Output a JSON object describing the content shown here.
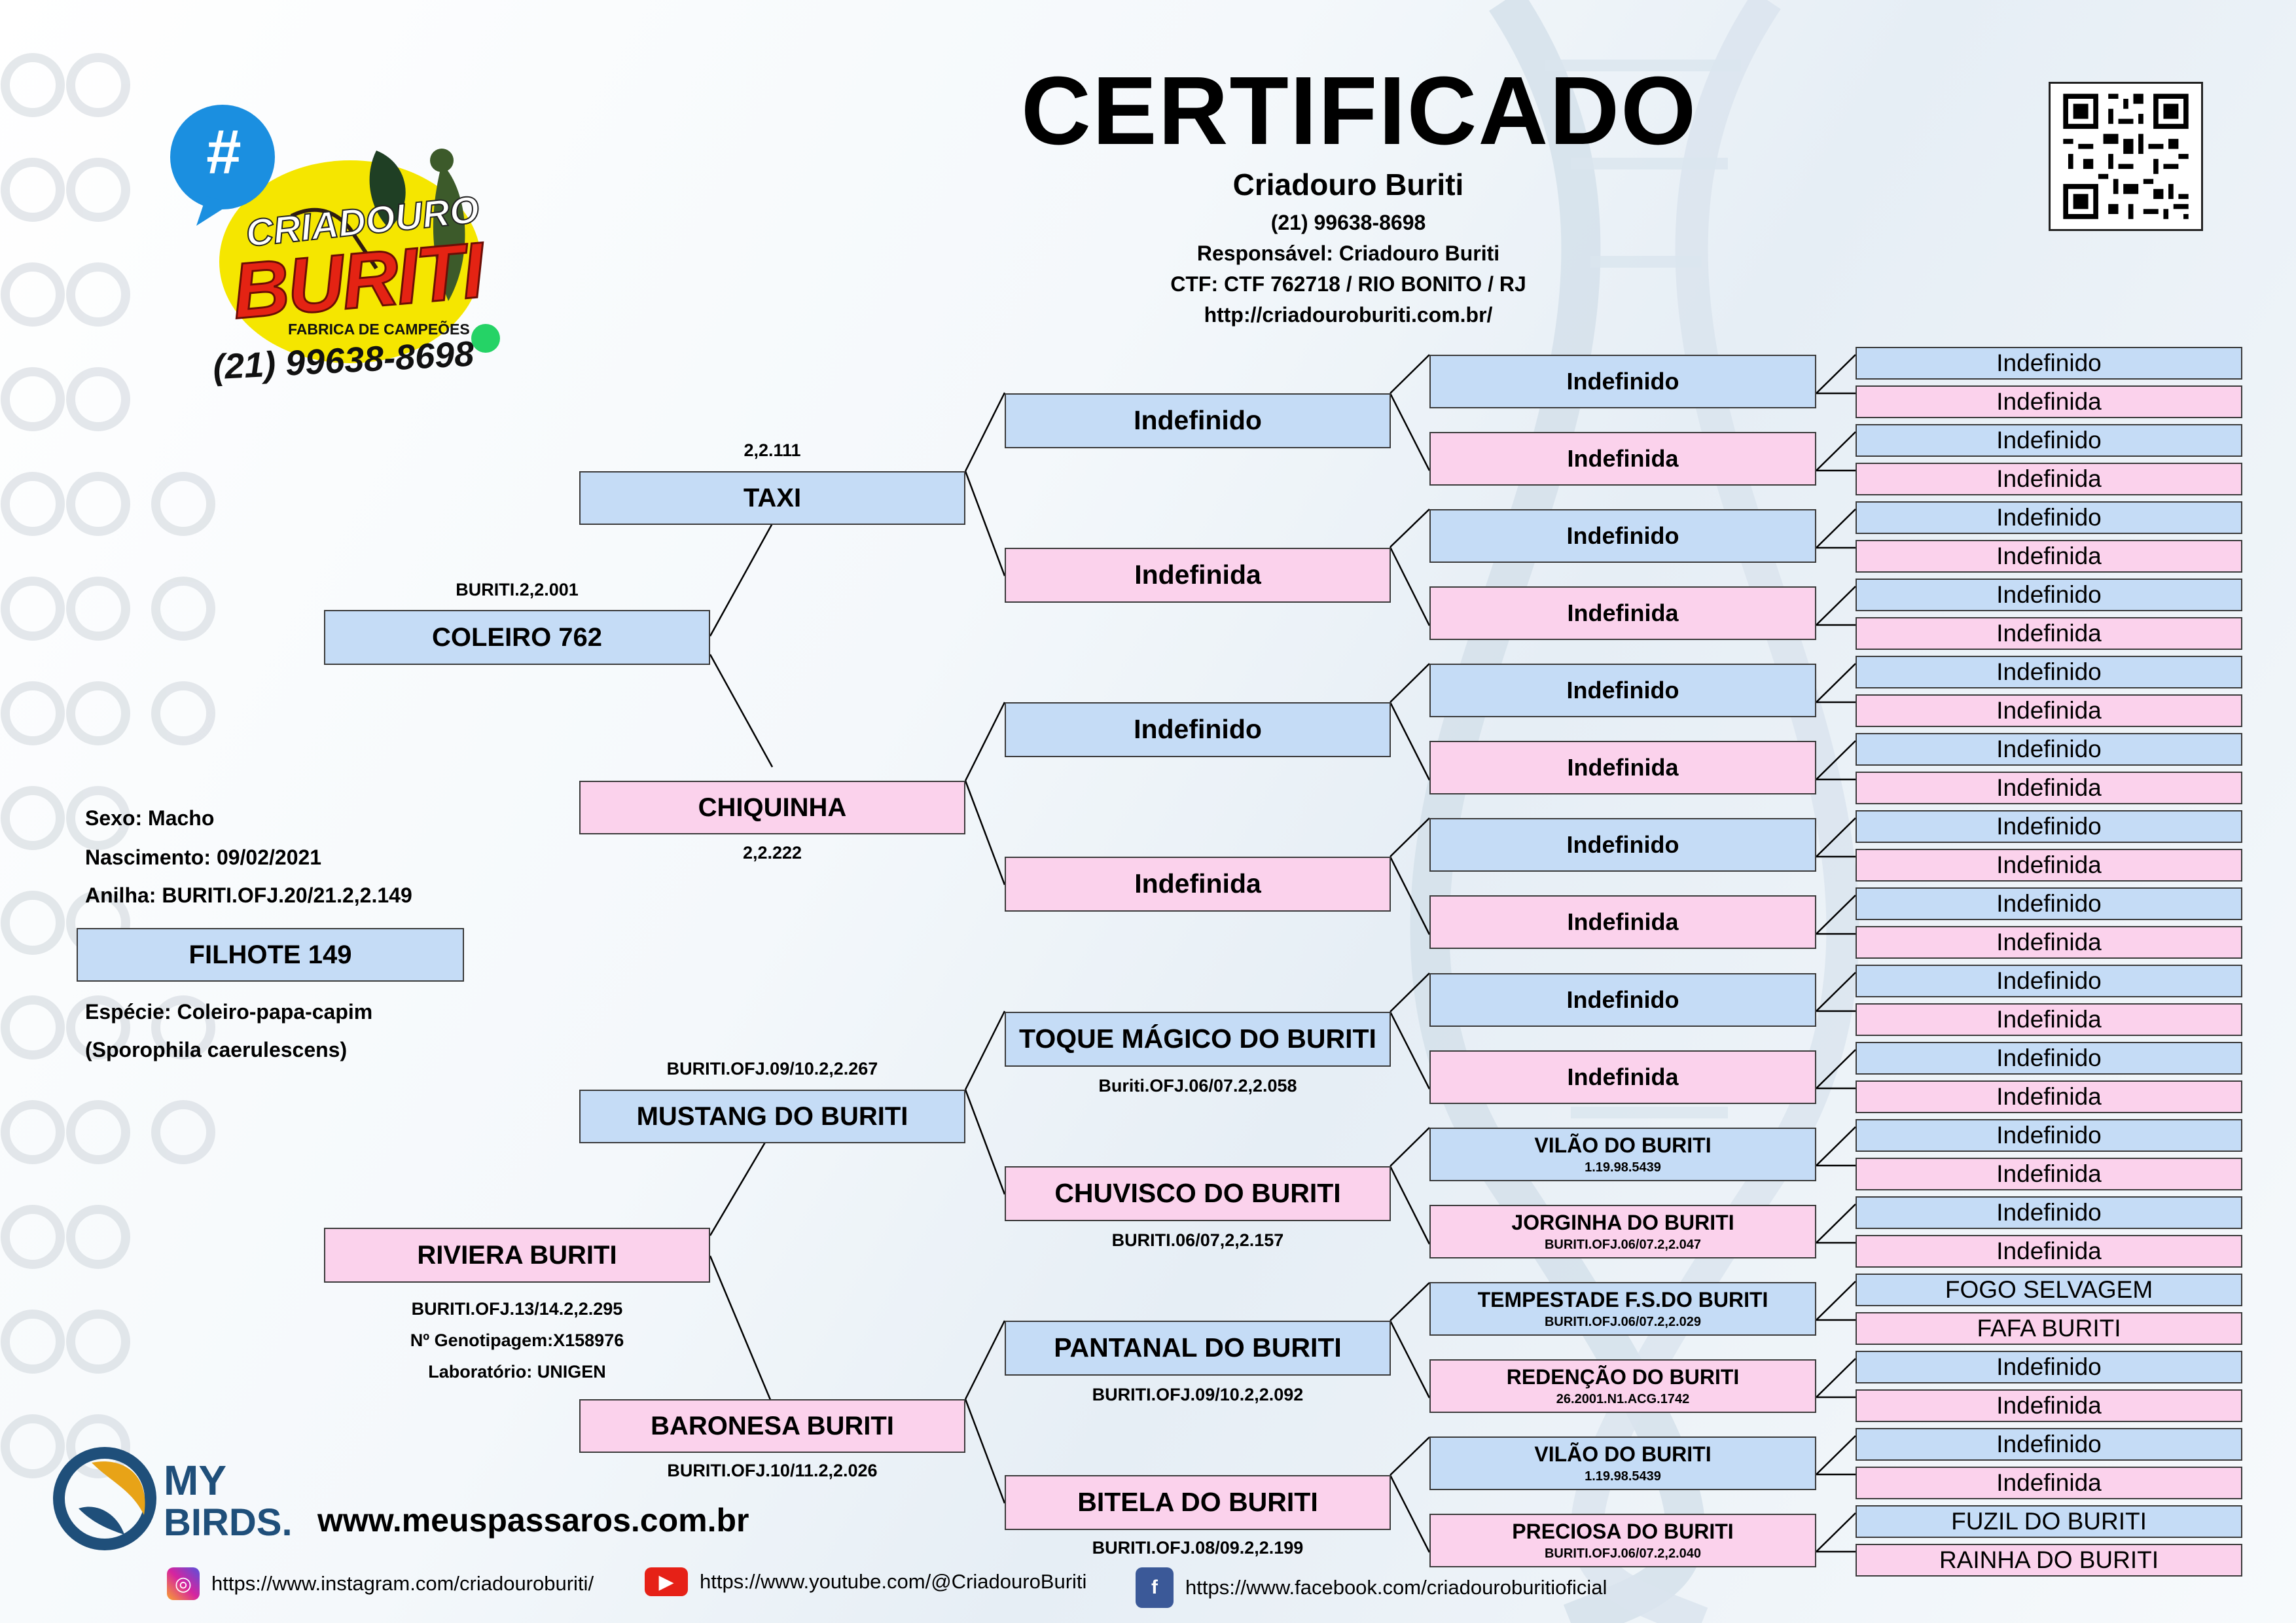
{
  "header": {
    "title": "CERTIFICADO",
    "breeder": "Criadouro Buriti",
    "phone": "(21) 99638-8698",
    "responsavel": "Responsável: Criadouro Buriti",
    "ctf": "CTF: CTF 762718 / RIO BONITO / RJ",
    "site": "http://criadouroburiti.com.br/"
  },
  "logo": {
    "hashtag": "#",
    "line1": "CRIADOURO",
    "line2": "BURITI",
    "tagline": "FABRICA DE CAMPEÕES",
    "phone": "(21) 99638-8698",
    "colors": {
      "yellow": "#f5e600",
      "red": "#e42313",
      "blue": "#1b8fe0"
    }
  },
  "subject": {
    "sexo": "Sexo: Macho",
    "nascimento": "Nascimento: 09/02/2021",
    "anilha": "Anilha: BURITI.OFJ.20/21.2,2.149",
    "name": "FILHOTE 149",
    "especie": "Espécie: Coleiro-papa-capim",
    "cientifico": "(Sporophila caerulescens)"
  },
  "gen1": [
    {
      "name": "COLEIRO 762",
      "code": "BURITI.2,2.001",
      "sex": "m"
    },
    {
      "name": "RIVIERA BURITI",
      "code": "BURITI.OFJ.13/14.2,2.295",
      "extra1": "Nº Genotipagem:X158976",
      "extra2": "Laboratório: UNIGEN",
      "sex": "f"
    }
  ],
  "gen2": [
    {
      "name": "TAXI",
      "code": "2,2.111",
      "sex": "m"
    },
    {
      "name": "CHIQUINHA",
      "code": "2,2.222",
      "sex": "f"
    },
    {
      "name": "MUSTANG DO BURITI",
      "code": "BURITI.OFJ.09/10.2,2.267",
      "sex": "m"
    },
    {
      "name": "BARONESA BURITI",
      "code": "BURITI.OFJ.10/11.2,2.026",
      "sex": "f"
    }
  ],
  "gen3": [
    {
      "name": "Indefinido",
      "code": "",
      "sex": "m"
    },
    {
      "name": "Indefinida",
      "code": "",
      "sex": "f"
    },
    {
      "name": "Indefinido",
      "code": "",
      "sex": "m"
    },
    {
      "name": "Indefinida",
      "code": "",
      "sex": "f"
    },
    {
      "name": "TOQUE MÁGICO DO BURITI",
      "code": "Buriti.OFJ.06/07.2,2.058",
      "sex": "m"
    },
    {
      "name": "CHUVISCO DO BURITI",
      "code": "BURITI.06/07,2,2.157",
      "sex": "f"
    },
    {
      "name": "PANTANAL DO BURITI",
      "code": "BURITI.OFJ.09/10.2,2.092",
      "sex": "m"
    },
    {
      "name": "BITELA DO BURITI",
      "code": "BURITI.OFJ.08/09.2,2.199",
      "sex": "f"
    }
  ],
  "gen4": [
    {
      "name": "Indefinido",
      "code": "",
      "sex": "m"
    },
    {
      "name": "Indefinida",
      "code": "",
      "sex": "f"
    },
    {
      "name": "Indefinido",
      "code": "",
      "sex": "m"
    },
    {
      "name": "Indefinida",
      "code": "",
      "sex": "f"
    },
    {
      "name": "Indefinido",
      "code": "",
      "sex": "m"
    },
    {
      "name": "Indefinida",
      "code": "",
      "sex": "f"
    },
    {
      "name": "Indefinido",
      "code": "",
      "sex": "m"
    },
    {
      "name": "Indefinida",
      "code": "",
      "sex": "f"
    },
    {
      "name": "Indefinido",
      "code": "",
      "sex": "m"
    },
    {
      "name": "Indefinida",
      "code": "",
      "sex": "f"
    },
    {
      "name": "VILÃO DO BURITI",
      "code": "1.19.98.5439",
      "sex": "m"
    },
    {
      "name": "JORGINHA DO BURITI",
      "code": "BURITI.OFJ.06/07.2,2.047",
      "sex": "f"
    },
    {
      "name": "TEMPESTADE F.S.DO BURITI",
      "code": "BURITI.OFJ.06/07.2,2.029",
      "sex": "m"
    },
    {
      "name": "REDENÇÃO DO BURITI",
      "code": "26.2001.N1.ACG.1742",
      "sex": "f"
    },
    {
      "name": "VILÃO DO BURITI",
      "code": "1.19.98.5439",
      "sex": "m"
    },
    {
      "name": "PRECIOSA DO BURITI",
      "code": "BURITI.OFJ.06/07.2,2.040",
      "sex": "f"
    }
  ],
  "gen5": [
    "Indefinido",
    "Indefinida",
    "Indefinido",
    "Indefinida",
    "Indefinido",
    "Indefinida",
    "Indefinido",
    "Indefinida",
    "Indefinido",
    "Indefinida",
    "Indefinido",
    "Indefinida",
    "Indefinido",
    "Indefinida",
    "Indefinido",
    "Indefinida",
    "Indefinido",
    "Indefinida",
    "Indefinido",
    "Indefinida",
    "Indefinido",
    "Indefinida",
    "Indefinido",
    "Indefinida",
    "FOGO SELVAGEM",
    "FAFA BURITI",
    "Indefinido",
    "Indefinida",
    "Indefinido",
    "Indefinida",
    "FUZIL DO BURITI",
    "RAINHA DO BURITI"
  ],
  "footer": {
    "brand_my": "MY",
    "brand_birds": "BIRDS.",
    "site": "www.meuspassaros.com.br",
    "instagram": "https://www.instagram.com/criadouroburiti/",
    "youtube": "https://www.youtube.com/@CriadouroBuriti",
    "facebook": "https://www.facebook.com/criadouroburitioficial",
    "icons": [
      "instagram-icon",
      "youtube-icon",
      "facebook-icon"
    ],
    "colors": {
      "instagram": "#d6249f",
      "youtube": "#e62117",
      "facebook": "#3b5998",
      "mybirds_blue": "#1f4f7a",
      "mybirds_gold": "#e8a317"
    }
  }
}
